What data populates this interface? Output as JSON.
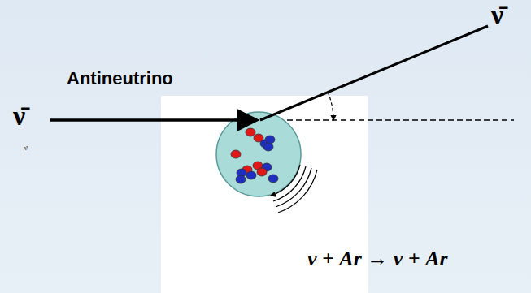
{
  "diagram": {
    "labels": [
      "Antineutrino",
      "ν̄",
      "ν̄",
      "ν̄",
      "ν + Ar → ν + Ar"
    ]
  }
}
